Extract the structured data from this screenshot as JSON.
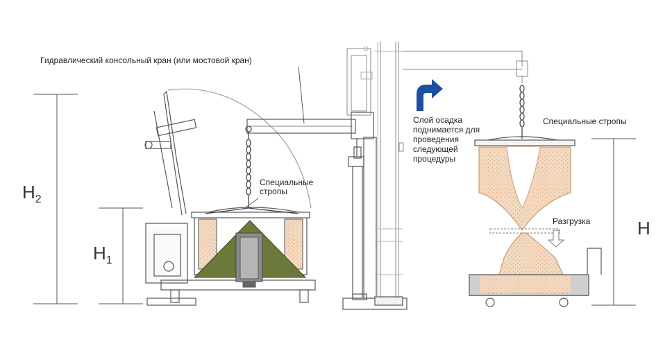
{
  "labels": {
    "crane": "Гидравлический консольный кран (или мостовой кран)",
    "slings_left_1": "Специальные",
    "slings_left_2": "стропы",
    "slings_right": "Специальные стропы",
    "lift_1": "Слой осадка",
    "lift_2": "поднимается для",
    "lift_3": "проведения",
    "lift_4": "следующей",
    "lift_5": "процедуры",
    "unload": "Разгрузка"
  },
  "dimensions": {
    "h2_main": "H",
    "h2_sub": "2",
    "h1_main": "H",
    "h1_sub": "1",
    "h": "H"
  },
  "colors": {
    "line": "#555555",
    "light_line": "#8a8a8a",
    "sediment": "#f3d9bf",
    "sediment_dots": "#d9a982",
    "base_green": "#6b7a3a",
    "arrow_blue": "#1f4fa0",
    "tank_gray": "#cfcfcf",
    "pink_line": "#c9a6c9"
  },
  "icons": {
    "redirect": "arrow-redirect-icon",
    "down": "arrow-down-icon",
    "chain": "chain-icon"
  }
}
